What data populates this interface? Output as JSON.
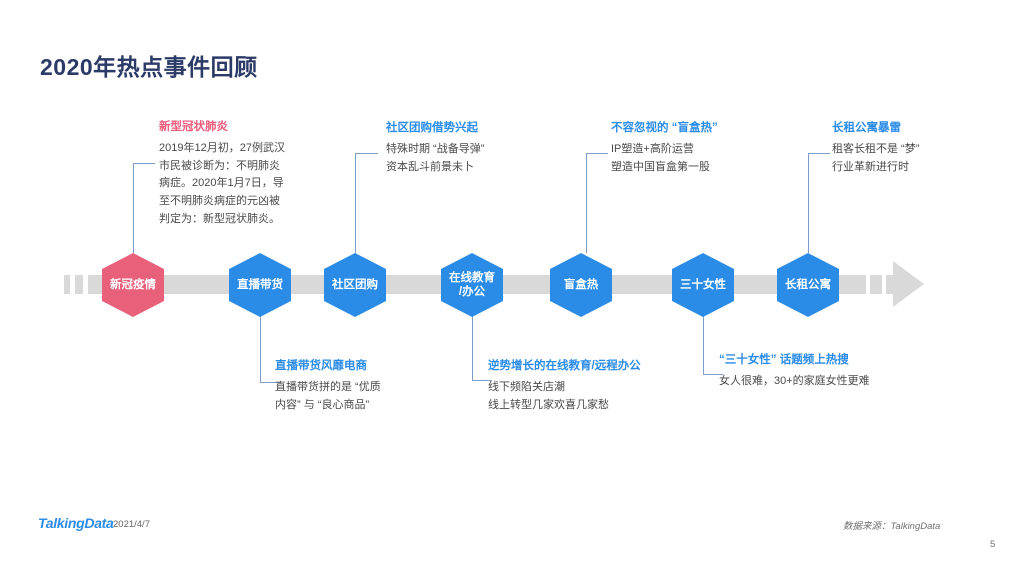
{
  "slide": {
    "title": "2020年热点事件回顾",
    "accent_blue": "#2b8ce8",
    "accent_pink": "#e8607a",
    "title_color": "#2b3a67",
    "bar_color": "#d9d9d9"
  },
  "timeline": {
    "nodes": [
      {
        "label": "新冠疫情",
        "color": "pink"
      },
      {
        "label": "直播带货",
        "color": "blue"
      },
      {
        "label": "社区团购",
        "color": "blue"
      },
      {
        "label_line1": "在线教育",
        "label_line2": "/办公",
        "color": "blue"
      },
      {
        "label": "盲盒热",
        "color": "blue"
      },
      {
        "label": "三十女性",
        "color": "blue"
      },
      {
        "label": "长租公寓",
        "color": "blue"
      }
    ]
  },
  "callouts_top": [
    {
      "title": "新型冠状肺炎",
      "lines": [
        "2019年12月初，27例武汉",
        "市民被诊断为：不明肺炎",
        "病症。2020年1月7日，导",
        "至不明肺炎病症的元凶被",
        "判定为：新型冠状肺炎。"
      ]
    },
    {
      "title": "社区团购借势兴起",
      "lines": [
        "特殊时期 “战备导弹”",
        "资本乱斗前景未卜"
      ]
    },
    {
      "title": "不容忽视的 “盲盒热”",
      "lines": [
        "IP塑造+高阶运营",
        "塑造中国盲盒第一股"
      ]
    },
    {
      "title": "长租公寓暴雷",
      "lines": [
        "租客长租不是 “梦”",
        "行业革新进行时"
      ]
    }
  ],
  "callouts_bottom": [
    {
      "title": "直播带货风靡电商",
      "lines": [
        "直播带货拼的是 “优质",
        "内容” 与 “良心商品”"
      ]
    },
    {
      "title": "逆势增长的在线教育/远程办公",
      "lines": [
        "线下频陷关店潮",
        "线上转型几家欢喜几家愁"
      ]
    },
    {
      "title": "“三十女性” 话题频上热搜",
      "lines": [
        "女人很难，30+的家庭女性更难"
      ]
    }
  ],
  "footer": {
    "logo": "TalkingData",
    "date": "2021/4/7",
    "source": "数据来源：TalkingData",
    "page_number": "5"
  }
}
